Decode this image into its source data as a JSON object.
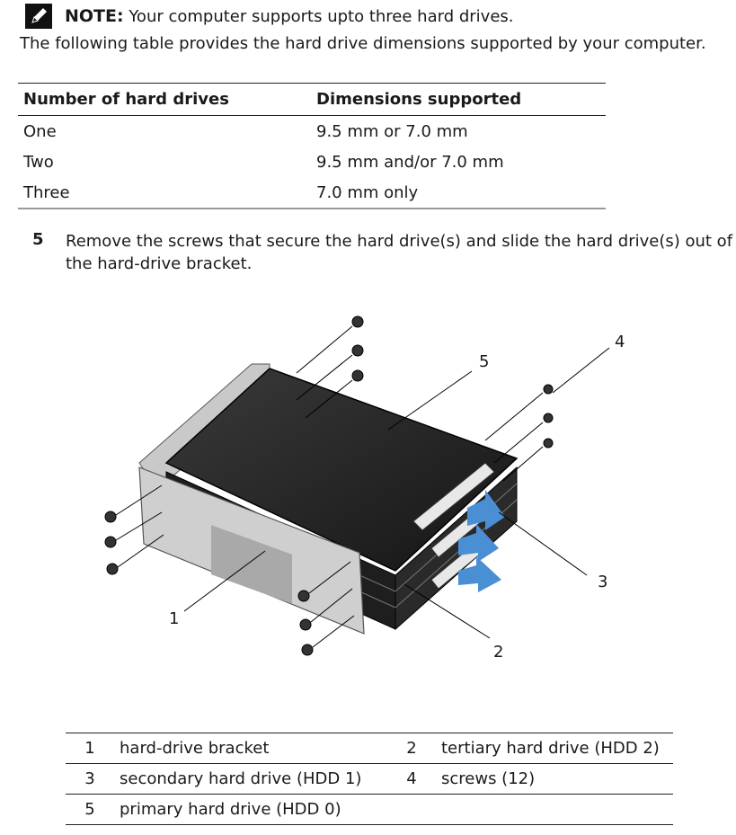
{
  "note": {
    "label": "NOTE:",
    "text": "Your computer supports upto three hard drives.",
    "icon": "pencil-note-icon"
  },
  "intro": "The following table provides the hard drive dimensions supported by your computer.",
  "dims_table": {
    "headers": [
      "Number of hard drives",
      "Dimensions supported"
    ],
    "rows": [
      [
        "One",
        "9.5 mm or 7.0 mm"
      ],
      [
        "Two",
        "9.5 mm and/or 7.0 mm"
      ],
      [
        "Three",
        "7.0 mm only"
      ]
    ]
  },
  "step": {
    "number": "5",
    "text": "Remove the screws that secure the hard drive(s) and slide the hard drive(s) out of the hard-drive bracket."
  },
  "figure": {
    "callouts": [
      "1",
      "2",
      "3",
      "4",
      "5"
    ],
    "arrow_color": "#4a8fd4"
  },
  "legend": {
    "rows": [
      [
        {
          "num": "1",
          "text": "hard-drive bracket"
        },
        {
          "num": "2",
          "text": "tertiary hard drive (HDD 2)"
        }
      ],
      [
        {
          "num": "3",
          "text": "secondary hard drive (HDD 1)"
        },
        {
          "num": "4",
          "text": "screws (12)"
        }
      ],
      [
        {
          "num": "5",
          "text": "primary hard drive (HDD 0)"
        },
        {
          "num": "",
          "text": ""
        }
      ]
    ]
  }
}
